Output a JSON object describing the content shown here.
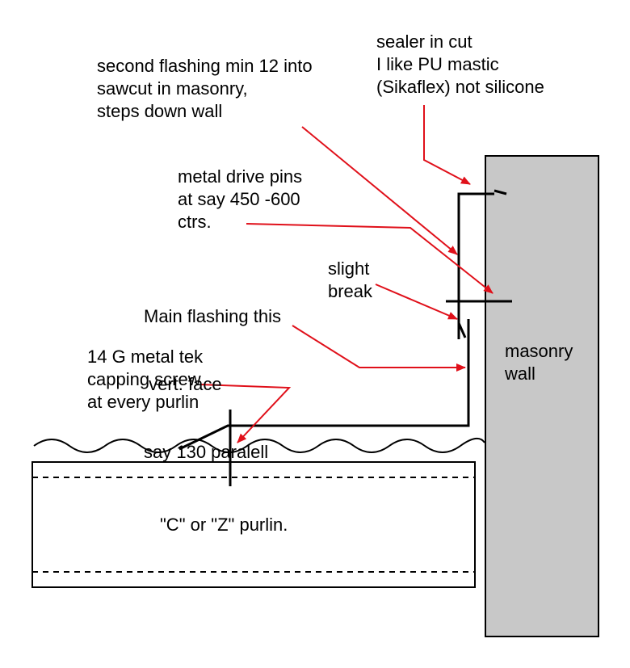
{
  "colors": {
    "arrow": "#e0101a",
    "ink": "#000000",
    "wall_fill": "#c8c8c8",
    "background": "#ffffff"
  },
  "annotations": {
    "sealer": [
      "sealer in cut",
      "I like PU mastic",
      "(Sikaflex) not silicone"
    ],
    "second_flashing": [
      "second flashing min 12 into",
      "sawcut in masonry,",
      "steps down wall"
    ],
    "drive_pins": [
      "metal drive pins",
      "at say 450 -600",
      "ctrs."
    ],
    "main_flashing": [
      "Main flashing this",
      " vert. face",
      "say 130 paralell"
    ],
    "slight_break": [
      "slight",
      "break"
    ],
    "tek_screw": [
      "14 G metal tek",
      "capping screw",
      "at every purlin"
    ],
    "masonry_wall": [
      "masonry",
      "wall"
    ],
    "purlin": "\"C\" or \"Z\" purlin."
  }
}
